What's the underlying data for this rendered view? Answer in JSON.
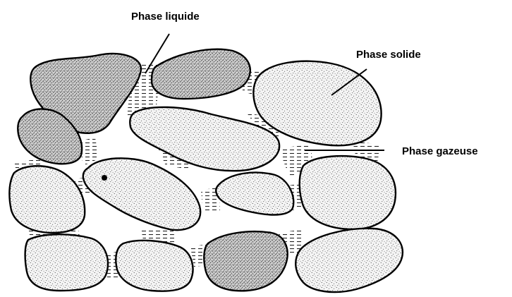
{
  "labels": {
    "liquid": "Phase liquide",
    "solid": "Phase solide",
    "gas": "Phase gazeuse"
  },
  "colors": {
    "background": "#ffffff",
    "outline": "#000000",
    "stipple": "#1a1a1a",
    "water_dash": "#222222"
  }
}
